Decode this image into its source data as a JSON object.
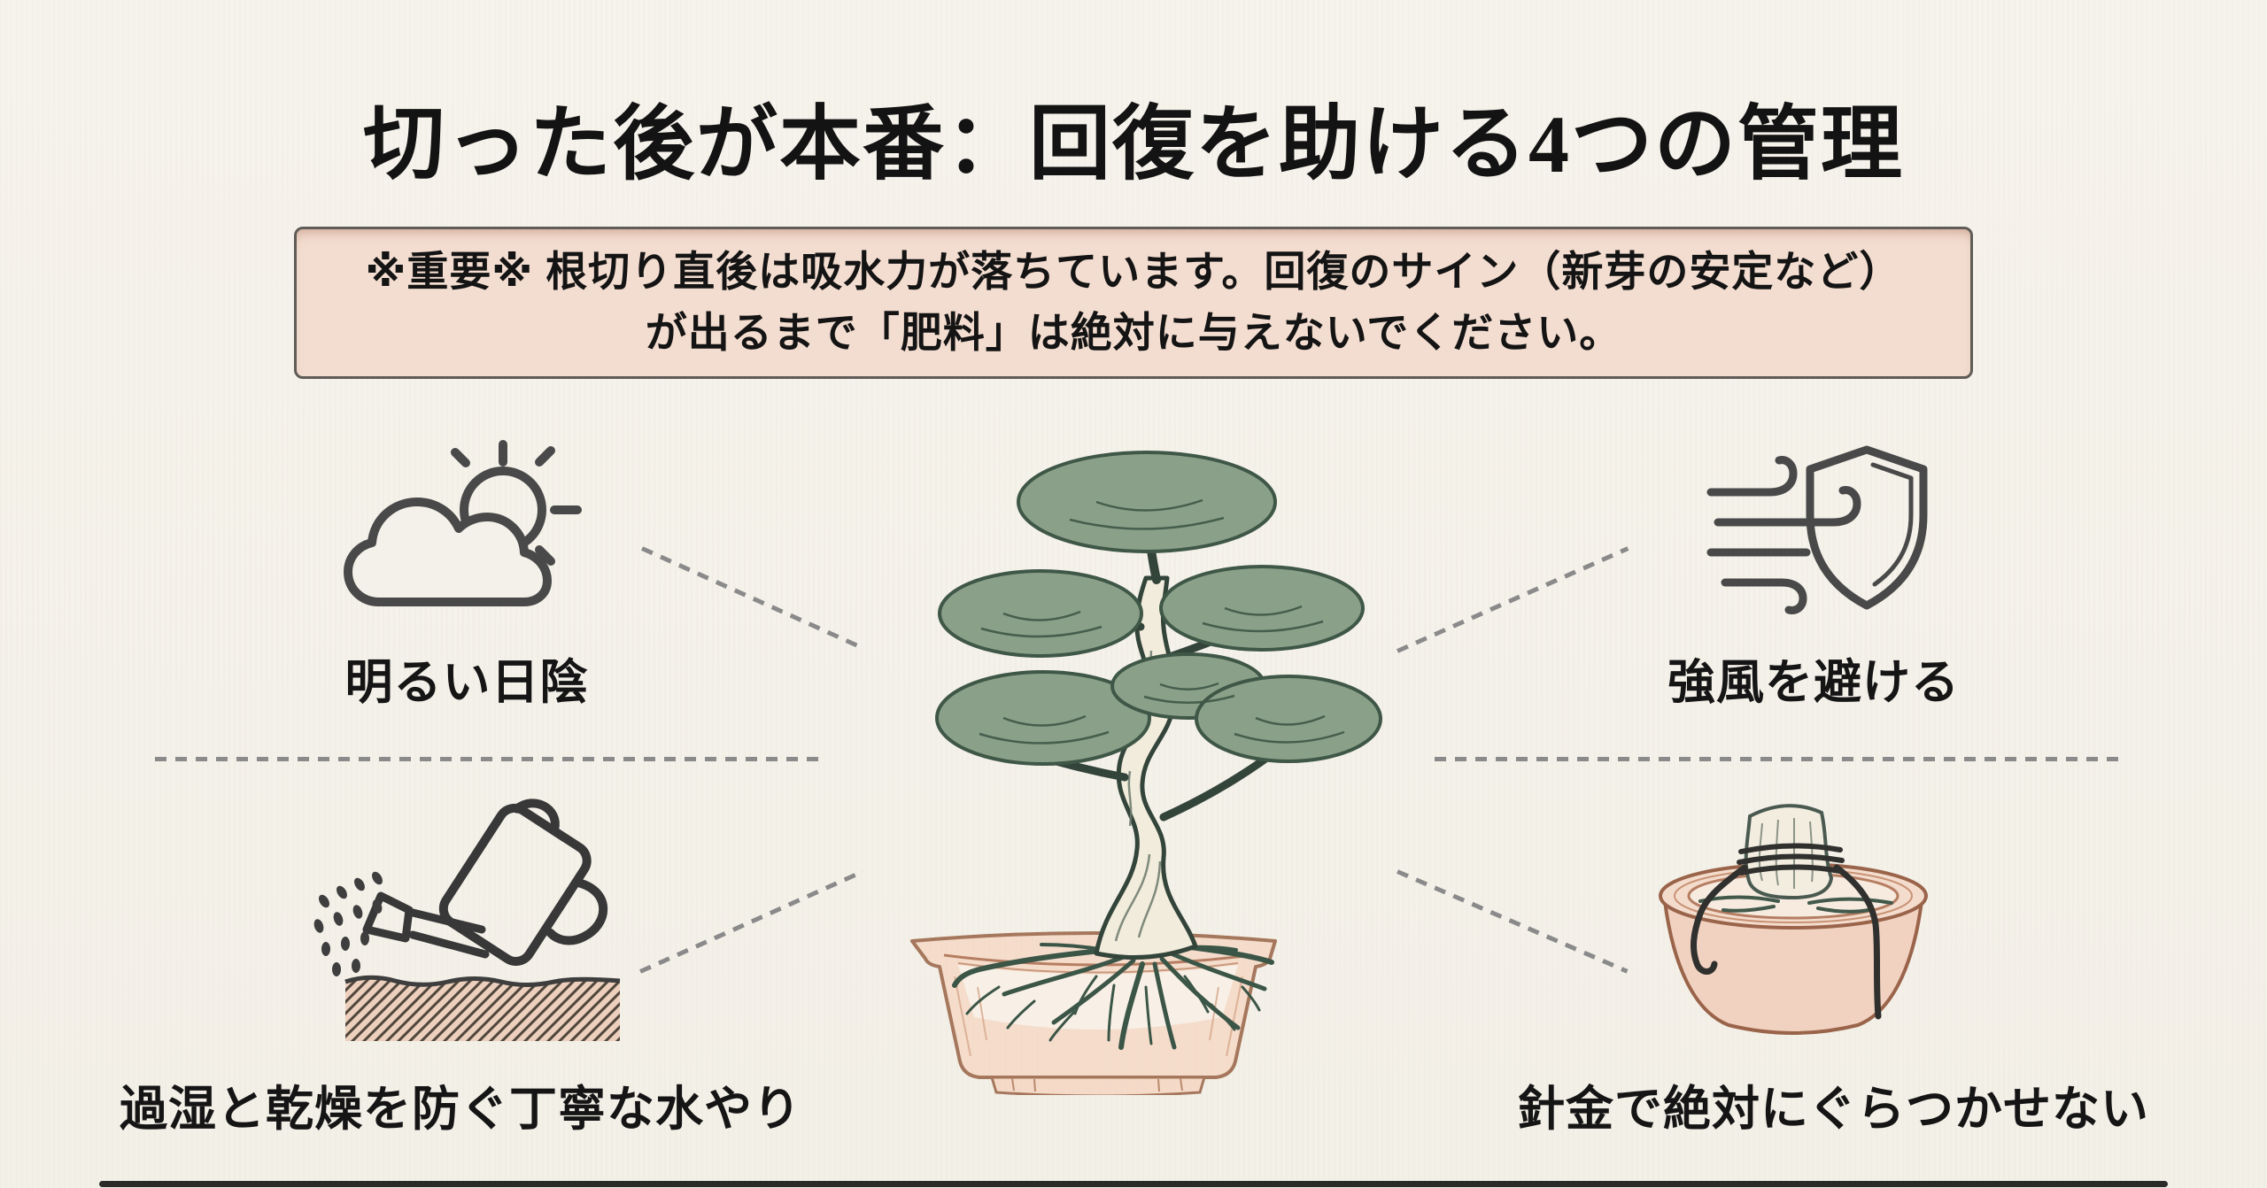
{
  "title": "切った後が本番：回復を助ける4つの管理",
  "warning": {
    "line1": "※重要※ 根切り直後は吸水力が落ちています。回復のサイン（新芽の安定など）",
    "line2": "が出るまで「肥料」は絶対に与えないでください。"
  },
  "items": {
    "top_left": {
      "label": "明るい日陰",
      "icon": "cloud-sun-icon"
    },
    "top_right": {
      "label": "強風を避ける",
      "icon": "wind-shield-icon"
    },
    "bottom_left": {
      "label": "過湿と乾燥を防ぐ丁寧な水やり",
      "icon": "watering-can-icon"
    },
    "bottom_right": {
      "label": "針金で絶対にぐらつかせない",
      "icon": "wire-anchored-pot-icon"
    }
  },
  "center": {
    "illustration": "bonsai-tree-with-exposed-roots-in-pot"
  },
  "colors": {
    "background": "#f4f1ea",
    "warning_bg": "#f3ddd0",
    "warning_border": "#5f5b57",
    "text": "#141414",
    "icon_stroke": "#494949",
    "connector_line": "#8a8a8a",
    "pot_fill": "#f2d5c3",
    "pot_outline": "#a5775c",
    "foliage_fill": "#8ba089",
    "foliage_outline": "#3f5747",
    "root_color": "#3b5547",
    "trunk_fill": "#f2ecdc",
    "soil_hatch": "#51463c"
  }
}
